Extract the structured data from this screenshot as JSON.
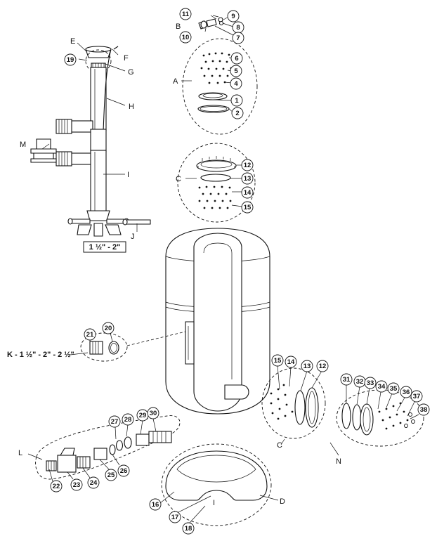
{
  "callouts": {
    "c1": "1",
    "c2": "2",
    "c4": "4",
    "c5": "5",
    "c6": "6",
    "c7": "7",
    "c8": "8",
    "c9": "9",
    "c10": "10",
    "c11": "11",
    "c12": "12",
    "c13": "13",
    "c14": "14",
    "c15": "15",
    "c16": "16",
    "c17": "17",
    "c18": "18",
    "c19": "19",
    "c20": "20",
    "c21": "21",
    "c22": "22",
    "c23": "23",
    "c24": "24",
    "c25": "25",
    "c26": "26",
    "c27": "27",
    "c28": "28",
    "c29": "29",
    "c30": "30",
    "c31": "31",
    "c32": "32",
    "c33": "33",
    "c34": "34",
    "c35": "35",
    "c36": "36",
    "c37": "37",
    "c38": "38"
  },
  "labels": {
    "A": "A",
    "B": "B",
    "C": "C",
    "D": "D",
    "E": "E",
    "F": "F",
    "G": "G",
    "H": "H",
    "I": "I",
    "J": "J",
    "L": "L",
    "M": "M",
    "N": "N"
  },
  "size_label": "1 ½\" - 2\"",
  "k_label": "K - 1 ½\" - 2\" - 2 ½\""
}
